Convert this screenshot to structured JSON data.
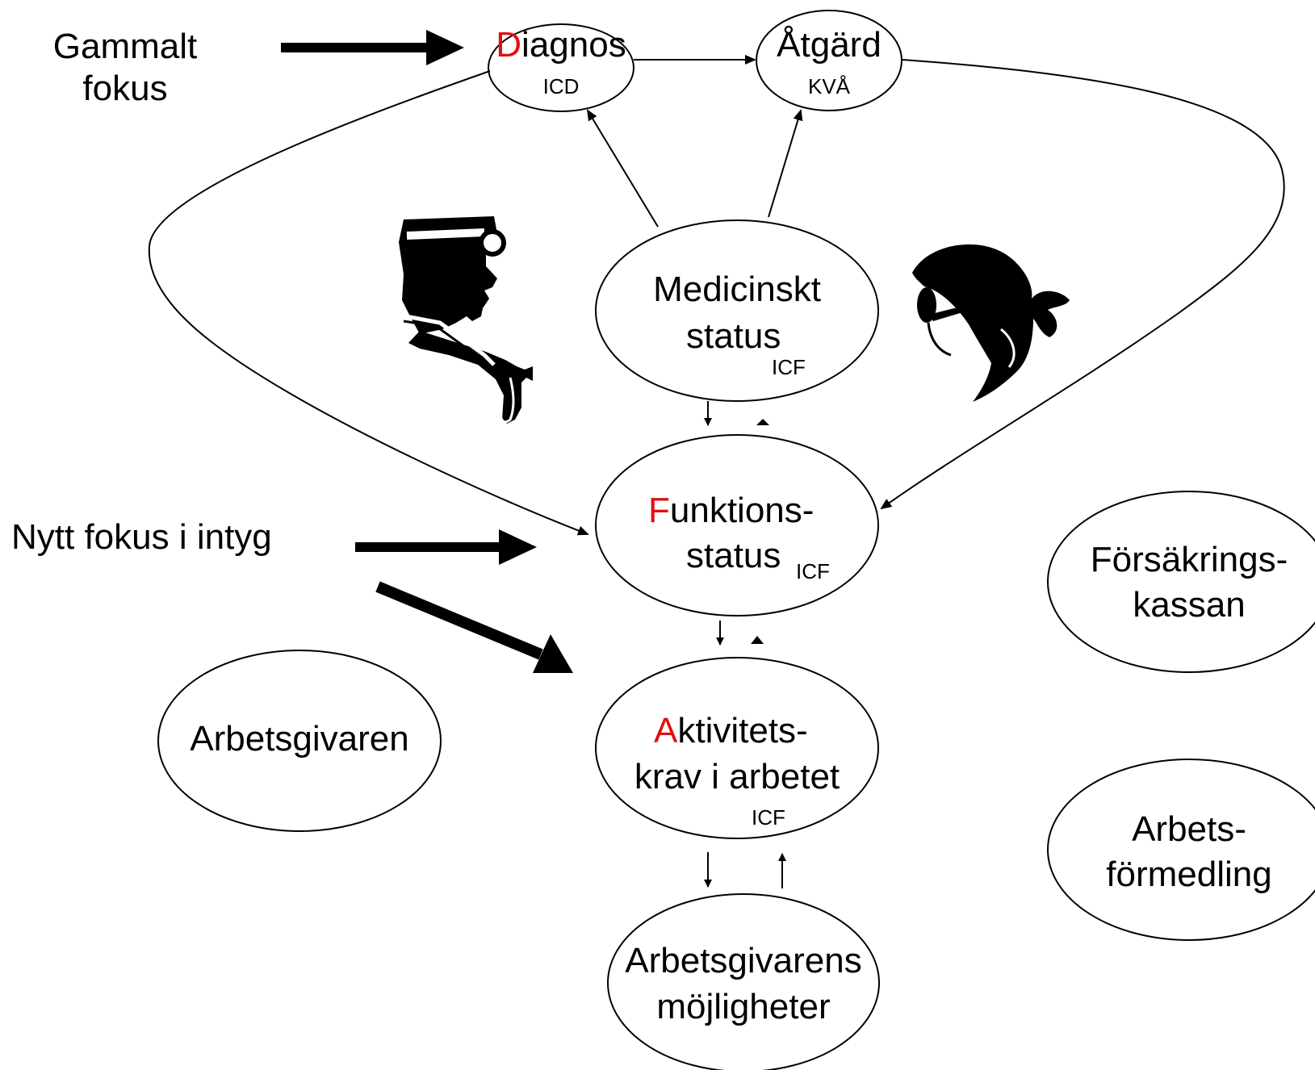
{
  "labels": {
    "gammalt_fokus_line1": "Gammalt",
    "gammalt_fokus_line2": "fokus",
    "nytt_fokus": "Nytt fokus i intyg"
  },
  "nodes": {
    "diagnos": {
      "initial": "D",
      "rest": "iagnos",
      "code": "ICD"
    },
    "atgard": {
      "label": "Åtgärd",
      "code": "KVÅ"
    },
    "medicinskt": {
      "line1": "Medicinskt",
      "line2": "status",
      "code": "ICF"
    },
    "funktion": {
      "initial": "F",
      "line1_rest": "unktions-",
      "line2": "status",
      "code": "ICF"
    },
    "aktivitet": {
      "initial": "A",
      "line1_rest": "ktivitets-",
      "line2": "krav i arbetet",
      "code": "ICF"
    },
    "mojligheter": {
      "line1": "Arbetsgivarens",
      "line2": "möjligheter"
    },
    "arbetsgivaren": {
      "label": "Arbetsgivaren"
    },
    "forsakring": {
      "line1": "Försäkrings-",
      "line2": "kassan"
    },
    "arbetsformedling": {
      "line1": "Arbets-",
      "line2": "förmedling"
    }
  },
  "icons": {
    "doctor": "doctor-with-head-mirror-and-stethoscope-icon",
    "nurse": "nurse-with-headset-icon"
  },
  "colors": {
    "accent": "#e01010",
    "stroke": "#000000"
  }
}
